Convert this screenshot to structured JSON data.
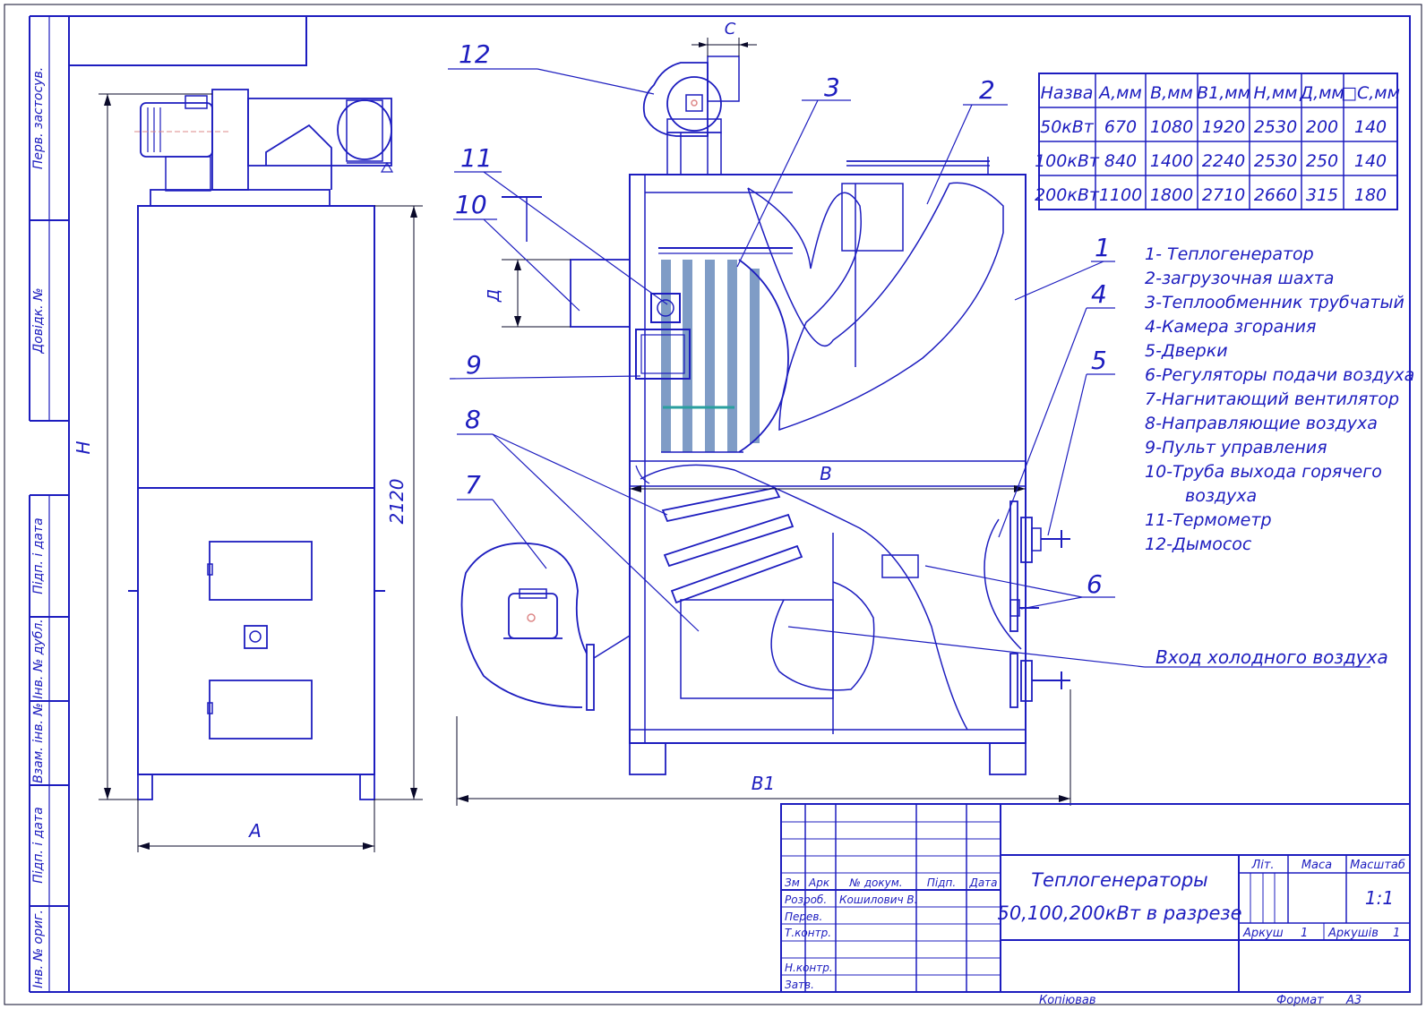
{
  "side_stamp": [
    "Перв. застосув.",
    "Довідк. №",
    "Підп. і дата",
    "Інв. № дубл.",
    "Взам. інв. №",
    "Підп. і дата",
    "Інв. № ориг."
  ],
  "dims": {
    "c": "C",
    "d": "Д",
    "h": "H",
    "h2120": "2120",
    "a": "A",
    "b": "B",
    "b1": "B1"
  },
  "callouts": [
    "1",
    "2",
    "3",
    "4",
    "5",
    "6",
    "7",
    "8",
    "9",
    "10",
    "11",
    "12"
  ],
  "inlet_label": "Вход холодного воздуха",
  "table": {
    "headers": [
      "Назва",
      "А,мм",
      "В,мм",
      "В1,мм",
      "Н,мм",
      "Д,мм",
      "□С,мм"
    ],
    "rows": [
      [
        "50кВт",
        "670",
        "1080",
        "1920",
        "2530",
        "200",
        "140"
      ],
      [
        "100кВт",
        "840",
        "1400",
        "2240",
        "2530",
        "250",
        "140"
      ],
      [
        "200кВт",
        "1100",
        "1800",
        "2710",
        "2660",
        "315",
        "180"
      ]
    ]
  },
  "legend": [
    "1- Теплогенератор",
    "2-загрузочная шахта",
    "3-Теплообменник трубчатый",
    "4-Камера згорания",
    "5-Дверки",
    "6-Регуляторы подачи воздуха",
    "7-Нагнитающий вентилятор",
    "8-Направляющие воздуха",
    "9-Пульт управления",
    "10-Труба выхода горячего",
    "воздуха",
    "11-Термометр",
    "12-Дымосос"
  ],
  "title_block": {
    "headers": [
      "Зм",
      "Арк",
      "№ докум.",
      "Підп.",
      "Дата"
    ],
    "roles": [
      "Розроб.",
      "Перев.",
      "Т.контр.",
      "",
      "Н.контр.",
      "Затв."
    ],
    "developer": "Кошилович В.",
    "title": [
      "Теплогенераторы",
      "50,100,200кВт в разрезе"
    ],
    "lit": "Літ.",
    "mass": "Маса",
    "scale_label": "Масштаб",
    "scale": "1:1",
    "sheet": "Аркуш",
    "sheet_no": "1",
    "sheets": "Аркушів",
    "sheets_no": "1",
    "copied": "Копіював",
    "format_label": "Формат",
    "format": "А3"
  }
}
